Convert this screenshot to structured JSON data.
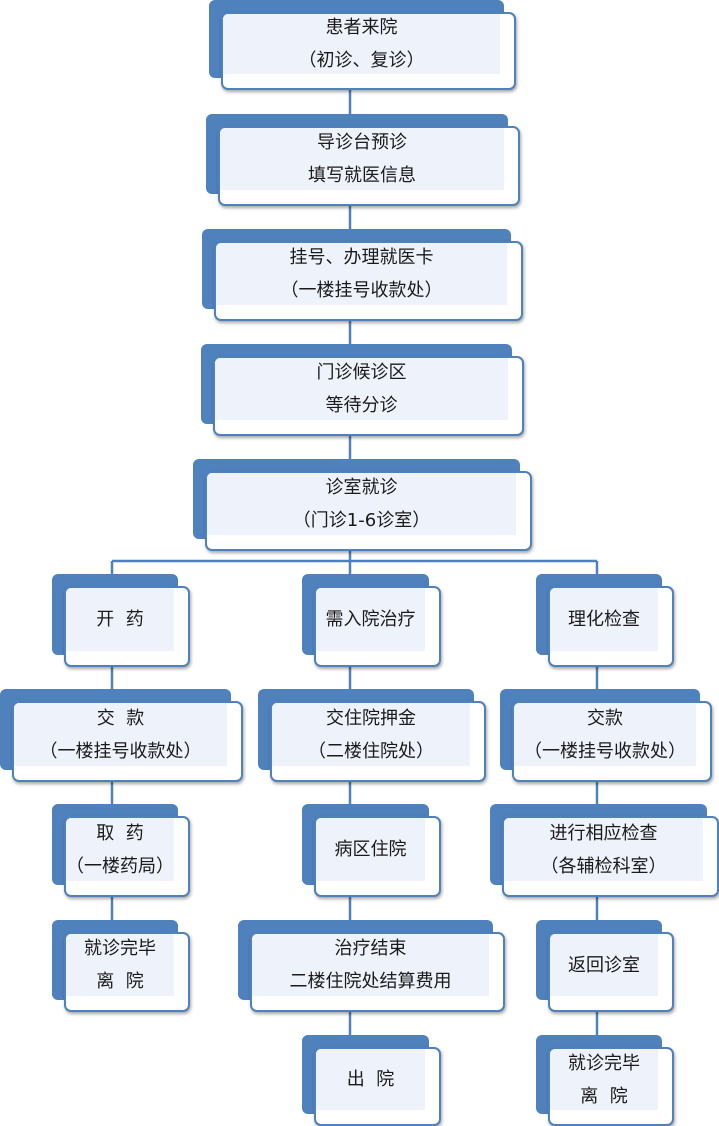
{
  "colors": {
    "node_fill": "#4f81bd",
    "node_face": "#eef2fa",
    "connector": "#4f81bd"
  },
  "nodes": {
    "patient_arrival": {
      "line1": "患者来院",
      "line2": "（初诊、复诊）"
    },
    "triage_desk": {
      "line1": "导诊台预诊",
      "line2": "填写就医信息"
    },
    "registration": {
      "line1": "挂号、办理就医卡",
      "line2": "（一楼挂号收款处）"
    },
    "waiting_area": {
      "line1": "门诊候诊区",
      "line2": "等待分诊"
    },
    "consultation": {
      "line1": "诊室就诊",
      "line2": "（门诊1-6诊室）"
    },
    "prescribe": {
      "line1": "开  药"
    },
    "hospitalize": {
      "line1": "需入院治疗"
    },
    "lab_exam": {
      "line1": "理化检查"
    },
    "pay_left": {
      "line1": "交  款",
      "line2": "（一楼挂号收款处）"
    },
    "deposit": {
      "line1": "交住院押金",
      "line2": "（二楼住院处）"
    },
    "pay_right": {
      "line1": "交款",
      "line2": "（一楼挂号收款处）"
    },
    "pick_medicine": {
      "line1": "取  药",
      "line2": "（一楼药局）"
    },
    "ward_stay": {
      "line1": "病区住院"
    },
    "do_exam": {
      "line1": "进行相应检查",
      "line2": "（各辅检科室）"
    },
    "leave_left": {
      "line1": "就诊完毕",
      "line2": "离  院"
    },
    "treatment_end": {
      "line1": "治疗结束",
      "line2": "二楼住院处结算费用"
    },
    "return_room": {
      "line1": "返回诊室"
    },
    "discharge": {
      "line1": "出  院"
    },
    "leave_right": {
      "line1": "就诊完毕",
      "line2": "离  院"
    }
  }
}
